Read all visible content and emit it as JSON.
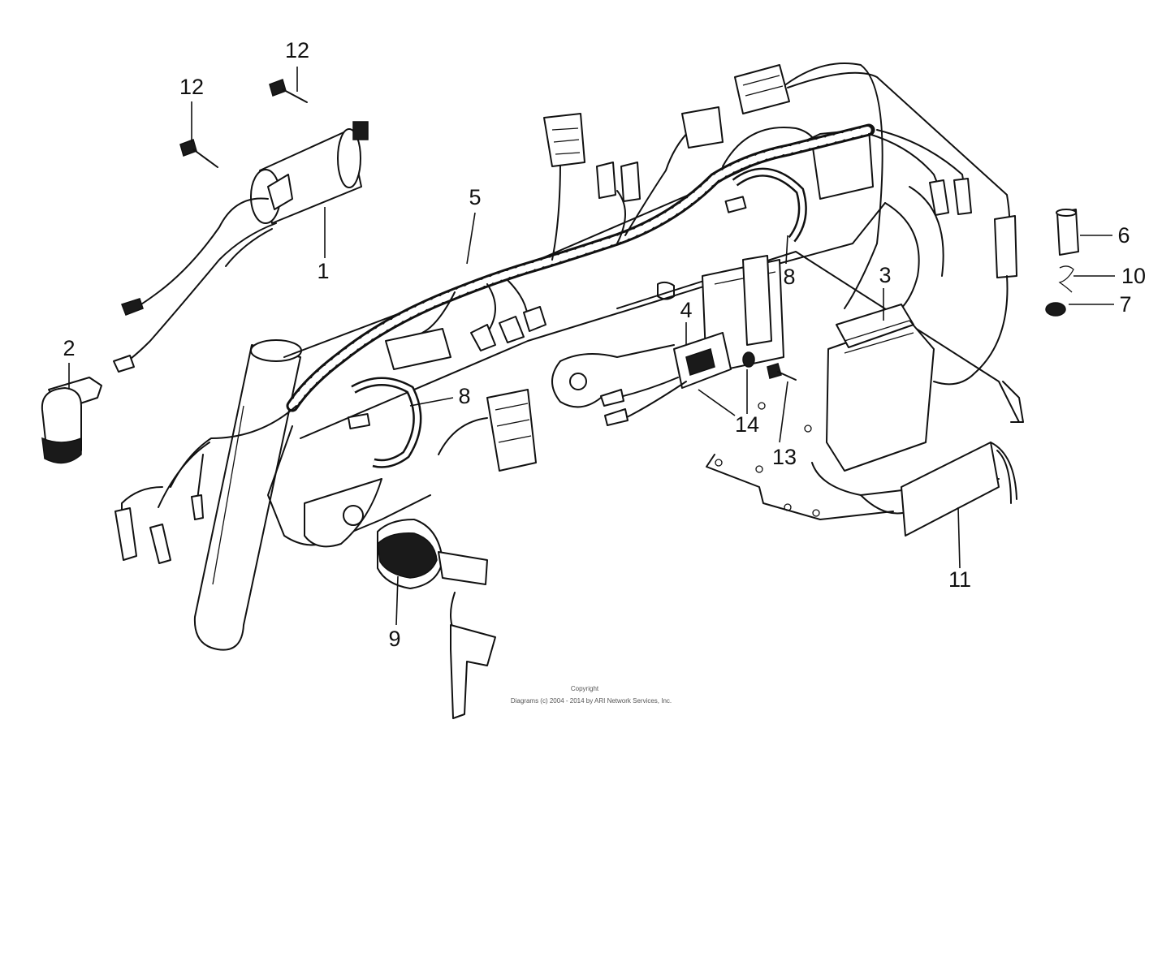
{
  "callouts": {
    "c1": "1",
    "c2": "2",
    "c3": "3",
    "c4": "4",
    "c5": "5",
    "c6": "6",
    "c7": "7",
    "c8a": "8",
    "c8b": "8",
    "c9": "9",
    "c10": "10",
    "c11": "11",
    "c12a": "12",
    "c12b": "12",
    "c13": "13",
    "c14": "14"
  },
  "copyright": {
    "line1": "Copyright",
    "line2": "Diagrams (c) 2004 - 2014 by ARI Network Services, Inc."
  }
}
